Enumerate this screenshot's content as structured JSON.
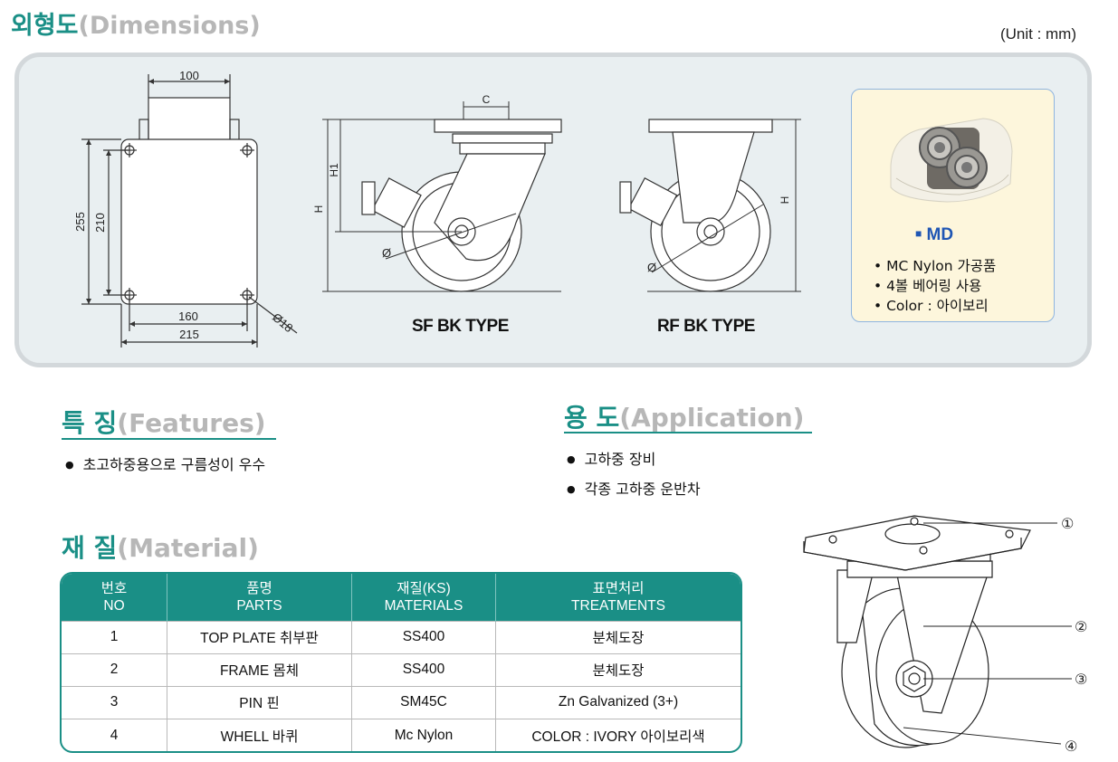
{
  "header": {
    "title_ko": "외형도",
    "title_en": "(Dimensions)",
    "unit": "(Unit : mm)"
  },
  "drawings": {
    "dims": {
      "d100": "100",
      "d255": "255",
      "d210": "210",
      "d160": "160",
      "d215": "215",
      "d18": "Ø18",
      "c": "C",
      "h1": "H1",
      "h": "H",
      "phi": "Ø"
    },
    "sf_label": "SF BK TYPE",
    "rf_label": "RF BK TYPE"
  },
  "md": {
    "title": "MD",
    "items": [
      "• MC Nylon 가공품",
      "• 4볼 베어링 사용",
      "• Color : 아이보리"
    ]
  },
  "features": {
    "title_ko": "특 징",
    "title_en": "(Features)",
    "items": [
      "초고하중용으로 구름성이 우수"
    ]
  },
  "application": {
    "title_ko": "용 도",
    "title_en": "(Application)",
    "items": [
      "고하중 장비",
      "각종 고하중 운반차"
    ]
  },
  "material": {
    "title_ko": "재 질",
    "title_en": "(Material)",
    "headers": [
      {
        "ko": "번호",
        "en": "NO"
      },
      {
        "ko": "품명",
        "en": "PARTS"
      },
      {
        "ko": "재질(KS)",
        "en": "MATERIALS"
      },
      {
        "ko": "표면처리",
        "en": "TREATMENTS"
      }
    ],
    "rows": [
      [
        "1",
        "TOP PLATE 취부판",
        "SS400",
        "분체도장"
      ],
      [
        "2",
        "FRAME 몸체",
        "SS400",
        "분체도장"
      ],
      [
        "3",
        "PIN 핀",
        "SM45C",
        "Zn Galvanized (3+)"
      ],
      [
        "4",
        "WHELL 바퀴",
        "Mc Nylon",
        "COLOR :  IVORY 아이보리색"
      ]
    ]
  },
  "callouts": [
    "①",
    "②",
    "③",
    "④"
  ]
}
